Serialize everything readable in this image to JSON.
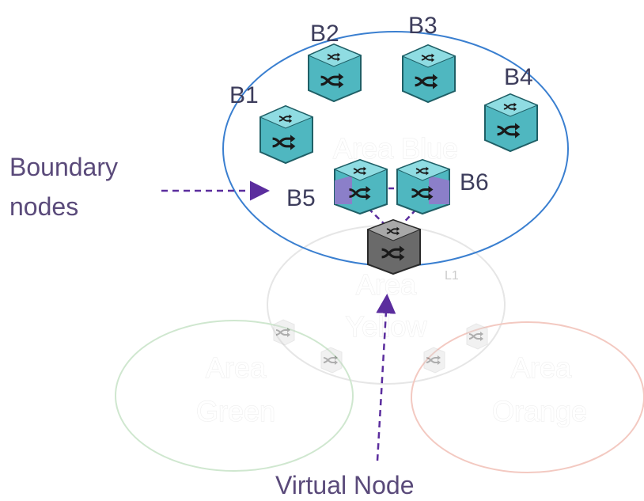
{
  "areas": {
    "blue": {
      "name": "Area Blue",
      "color": "#3a7fd0"
    },
    "yellow": {
      "name_line1": "Area",
      "name_line2": "Yellow",
      "color": "#e8e8e8"
    },
    "green": {
      "name_line1": "Area",
      "name_line2": "Green",
      "color": "#cfe8cf"
    },
    "orange": {
      "name_line1": "Area",
      "name_line2": "Orange",
      "color": "#f5c8c0"
    }
  },
  "nodes": {
    "b1": {
      "label": "B1",
      "type": "teal"
    },
    "b2": {
      "label": "B2",
      "type": "teal"
    },
    "b3": {
      "label": "B3",
      "type": "teal"
    },
    "b4": {
      "label": "B4",
      "type": "teal"
    },
    "b5": {
      "label": "B5",
      "type": "boundary"
    },
    "b6": {
      "label": "B6",
      "type": "boundary"
    },
    "l1": {
      "label": "L1",
      "type": "virtual"
    }
  },
  "annotations": {
    "boundary_line1": "Boundary",
    "boundary_line2": "nodes",
    "virtual": "Virtual Node"
  },
  "colors": {
    "teal": "#4fb7c0",
    "boundary": "#8b7fc9",
    "virtual": "#6a6a6a",
    "arrow": "#5b2d9e"
  }
}
